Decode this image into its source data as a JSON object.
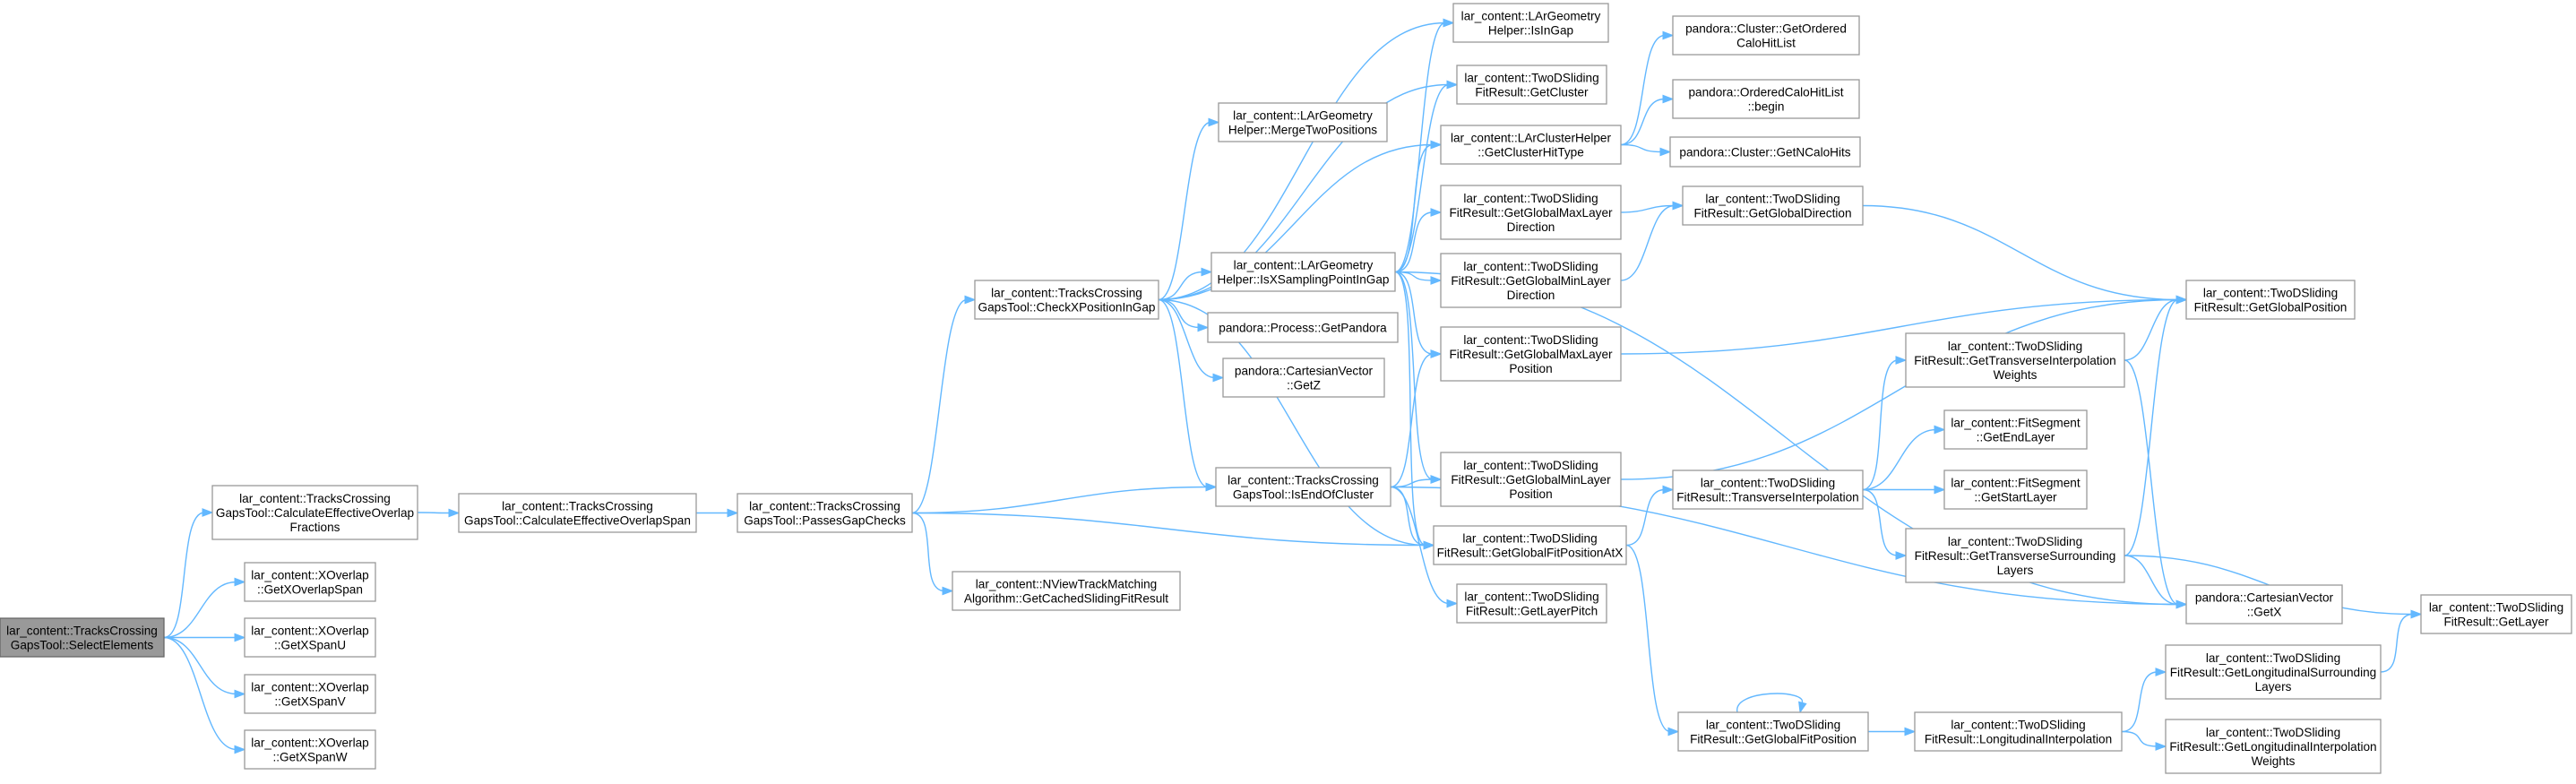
{
  "nodes": [
    {
      "id": "root",
      "lines": [
        "lar_content::TracksCrossing",
        "GapsTool::SelectElements"
      ],
      "highlight": true
    },
    {
      "id": "calcEffFrac",
      "lines": [
        "lar_content::TracksCrossing",
        "GapsTool::CalculateEffectiveOverlap",
        "Fractions"
      ]
    },
    {
      "id": "getXOverlapSpan",
      "lines": [
        "lar_content::XOverlap",
        "::GetXOverlapSpan"
      ]
    },
    {
      "id": "getXSpanU",
      "lines": [
        "lar_content::XOverlap",
        "::GetXSpanU"
      ]
    },
    {
      "id": "getXSpanV",
      "lines": [
        "lar_content::XOverlap",
        "::GetXSpanV"
      ]
    },
    {
      "id": "getXSpanW",
      "lines": [
        "lar_content::XOverlap",
        "::GetXSpanW"
      ]
    },
    {
      "id": "calcEffSpan",
      "lines": [
        "lar_content::TracksCrossing",
        "GapsTool::CalculateEffectiveOverlapSpan"
      ]
    },
    {
      "id": "passesGap",
      "lines": [
        "lar_content::TracksCrossing",
        "GapsTool::PassesGapChecks"
      ]
    },
    {
      "id": "checkXPos",
      "lines": [
        "lar_content::TracksCrossing",
        "GapsTool::CheckXPositionInGap"
      ]
    },
    {
      "id": "getCached",
      "lines": [
        "lar_content::NViewTrackMatching",
        "Algorithm::GetCachedSlidingFitResult"
      ]
    },
    {
      "id": "mergeTwo",
      "lines": [
        "lar_content::LArGeometry",
        "Helper::MergeTwoPositions"
      ]
    },
    {
      "id": "isXSampling",
      "lines": [
        "lar_content::LArGeometry",
        "Helper::IsXSamplingPointInGap"
      ]
    },
    {
      "id": "getPandora",
      "lines": [
        "pandora::Process::GetPandora"
      ]
    },
    {
      "id": "getZ",
      "lines": [
        "pandora::CartesianVector",
        "::GetZ"
      ]
    },
    {
      "id": "isEndOfCluster",
      "lines": [
        "lar_content::TracksCrossing",
        "GapsTool::IsEndOfCluster"
      ]
    },
    {
      "id": "isInGap",
      "lines": [
        "lar_content::LArGeometry",
        "Helper::IsInGap"
      ]
    },
    {
      "id": "getCluster",
      "lines": [
        "lar_content::TwoDSliding",
        "FitResult::GetCluster"
      ]
    },
    {
      "id": "getClusterHitType",
      "lines": [
        "lar_content::LArClusterHelper",
        "::GetClusterHitType"
      ]
    },
    {
      "id": "getGlobalMaxLayerDir",
      "lines": [
        "lar_content::TwoDSliding",
        "FitResult::GetGlobalMaxLayer",
        "Direction"
      ]
    },
    {
      "id": "getGlobalMinLayerDir",
      "lines": [
        "lar_content::TwoDSliding",
        "FitResult::GetGlobalMinLayer",
        "Direction"
      ]
    },
    {
      "id": "getGlobalMaxLayerPos",
      "lines": [
        "lar_content::TwoDSliding",
        "FitResult::GetGlobalMaxLayer",
        "Position"
      ]
    },
    {
      "id": "getGlobalMinLayerPos",
      "lines": [
        "lar_content::TwoDSliding",
        "FitResult::GetGlobalMinLayer",
        "Position"
      ]
    },
    {
      "id": "getGlobalFitPosAtX",
      "lines": [
        "lar_content::TwoDSliding",
        "FitResult::GetGlobalFitPositionAtX"
      ]
    },
    {
      "id": "getLayerPitch",
      "lines": [
        "lar_content::TwoDSliding",
        "FitResult::GetLayerPitch"
      ]
    },
    {
      "id": "getGlobalFitPosition",
      "lines": [
        "lar_content::TwoDSliding",
        "FitResult::GetGlobalFitPosition"
      ]
    },
    {
      "id": "getOrderedCalo",
      "lines": [
        "pandora::Cluster::GetOrdered",
        "CaloHitList"
      ]
    },
    {
      "id": "orderedBegin",
      "lines": [
        "pandora::OrderedCaloHitList",
        "::begin"
      ]
    },
    {
      "id": "getNCaloHits",
      "lines": [
        "pandora::Cluster::GetNCaloHits"
      ]
    },
    {
      "id": "getGlobalDirection",
      "lines": [
        "lar_content::TwoDSliding",
        "FitResult::GetGlobalDirection"
      ]
    },
    {
      "id": "transverseInterp",
      "lines": [
        "lar_content::TwoDSliding",
        "FitResult::TransverseInterpolation"
      ]
    },
    {
      "id": "longitudinalInterp",
      "lines": [
        "lar_content::TwoDSliding",
        "FitResult::LongitudinalInterpolation"
      ]
    },
    {
      "id": "getTransInterpWeights",
      "lines": [
        "lar_content::TwoDSliding",
        "FitResult::GetTransverseInterpolation",
        "Weights"
      ]
    },
    {
      "id": "getEndLayer",
      "lines": [
        "lar_content::FitSegment",
        "::GetEndLayer"
      ]
    },
    {
      "id": "getStartLayer",
      "lines": [
        "lar_content::FitSegment",
        "::GetStartLayer"
      ]
    },
    {
      "id": "getTransSurrLayers",
      "lines": [
        "lar_content::TwoDSliding",
        "FitResult::GetTransverseSurrounding",
        "Layers"
      ]
    },
    {
      "id": "getLongSurrLayers",
      "lines": [
        "lar_content::TwoDSliding",
        "FitResult::GetLongitudinalSurrounding",
        "Layers"
      ]
    },
    {
      "id": "getLongInterpWeights",
      "lines": [
        "lar_content::TwoDSliding",
        "FitResult::GetLongitudinalInterpolation",
        "Weights"
      ]
    },
    {
      "id": "getGlobalPosition",
      "lines": [
        "lar_content::TwoDSliding",
        "FitResult::GetGlobalPosition"
      ]
    },
    {
      "id": "getX",
      "lines": [
        "pandora::CartesianVector",
        "::GetX"
      ]
    },
    {
      "id": "getLayer",
      "lines": [
        "lar_content::TwoDSliding",
        "FitResult::GetLayer"
      ]
    }
  ],
  "edges": [
    [
      "root",
      "calcEffFrac"
    ],
    [
      "root",
      "getXOverlapSpan"
    ],
    [
      "root",
      "getXSpanU"
    ],
    [
      "root",
      "getXSpanV"
    ],
    [
      "root",
      "getXSpanW"
    ],
    [
      "calcEffFrac",
      "calcEffSpan"
    ],
    [
      "calcEffSpan",
      "passesGap"
    ],
    [
      "passesGap",
      "checkXPos"
    ],
    [
      "passesGap",
      "getCached"
    ],
    [
      "passesGap",
      "isEndOfCluster"
    ],
    [
      "passesGap",
      "getGlobalFitPosAtX"
    ],
    [
      "checkXPos",
      "isInGap"
    ],
    [
      "checkXPos",
      "getCluster"
    ],
    [
      "checkXPos",
      "mergeTwo"
    ],
    [
      "checkXPos",
      "isXSampling"
    ],
    [
      "checkXPos",
      "getPandora"
    ],
    [
      "checkXPos",
      "getZ"
    ],
    [
      "checkXPos",
      "isEndOfCluster"
    ],
    [
      "checkXPos",
      "getGlobalFitPosAtX"
    ],
    [
      "checkXPos",
      "getClusterHitType"
    ],
    [
      "isXSampling",
      "isInGap"
    ],
    [
      "isXSampling",
      "getCluster"
    ],
    [
      "isXSampling",
      "getClusterHitType"
    ],
    [
      "isXSampling",
      "getGlobalMaxLayerDir"
    ],
    [
      "isXSampling",
      "getGlobalMinLayerDir"
    ],
    [
      "isXSampling",
      "getGlobalMaxLayerPos"
    ],
    [
      "isXSampling",
      "getGlobalMinLayerPos"
    ],
    [
      "isXSampling",
      "getGlobalFitPosAtX"
    ],
    [
      "isXSampling",
      "getX"
    ],
    [
      "isEndOfCluster",
      "getGlobalMaxLayerPos"
    ],
    [
      "isEndOfCluster",
      "getGlobalMinLayerPos"
    ],
    [
      "isEndOfCluster",
      "getGlobalFitPosAtX"
    ],
    [
      "isEndOfCluster",
      "getLayerPitch"
    ],
    [
      "isEndOfCluster",
      "getX"
    ],
    [
      "getClusterHitType",
      "getOrderedCalo"
    ],
    [
      "getClusterHitType",
      "orderedBegin"
    ],
    [
      "getClusterHitType",
      "getNCaloHits"
    ],
    [
      "getGlobalMaxLayerDir",
      "getGlobalDirection"
    ],
    [
      "getGlobalMinLayerDir",
      "getGlobalDirection"
    ],
    [
      "getGlobalMaxLayerPos",
      "getGlobalPosition"
    ],
    [
      "getGlobalMinLayerPos",
      "getGlobalPosition"
    ],
    [
      "getGlobalDirection",
      "getGlobalPosition"
    ],
    [
      "getGlobalFitPosAtX",
      "transverseInterp"
    ],
    [
      "getGlobalFitPosAtX",
      "getGlobalFitPosition"
    ],
    [
      "getGlobalFitPosition",
      "getGlobalFitPosition"
    ],
    [
      "getGlobalFitPosition",
      "longitudinalInterp"
    ],
    [
      "transverseInterp",
      "getTransInterpWeights"
    ],
    [
      "transverseInterp",
      "getEndLayer"
    ],
    [
      "transverseInterp",
      "getStartLayer"
    ],
    [
      "transverseInterp",
      "getTransSurrLayers"
    ],
    [
      "getTransInterpWeights",
      "getGlobalPosition"
    ],
    [
      "getTransInterpWeights",
      "getX"
    ],
    [
      "getTransSurrLayers",
      "getGlobalPosition"
    ],
    [
      "getTransSurrLayers",
      "getX"
    ],
    [
      "getTransSurrLayers",
      "getLayer"
    ],
    [
      "longitudinalInterp",
      "getLongSurrLayers"
    ],
    [
      "longitudinalInterp",
      "getLongInterpWeights"
    ],
    [
      "getLongSurrLayers",
      "getLayer"
    ]
  ]
}
